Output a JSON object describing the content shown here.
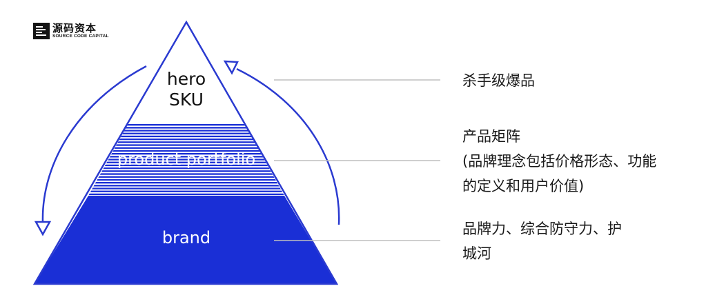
{
  "logo": {
    "name_cn": "源码资本",
    "name_en": "SOURCE CODE CAPITAL"
  },
  "pyramid": {
    "tiers": [
      {
        "id": "hero",
        "label_lines": [
          "hero",
          "SKU"
        ],
        "description_lines": [
          "杀手级爆品"
        ]
      },
      {
        "id": "portfolio",
        "label": "product portfolio",
        "description_lines": [
          "产品矩阵",
          "(品牌理念包括价格形态、功能",
          "的定义和用户价值)"
        ]
      },
      {
        "id": "brand",
        "label": "brand",
        "description_lines": [
          "品牌力、综合防守力、护",
          "城河"
        ]
      }
    ]
  },
  "colors": {
    "brand_blue": "#1a2fd6",
    "outline_blue": "#2a3ad0",
    "connector_gray": "#bfbfbf",
    "text": "#1a1a1a"
  }
}
